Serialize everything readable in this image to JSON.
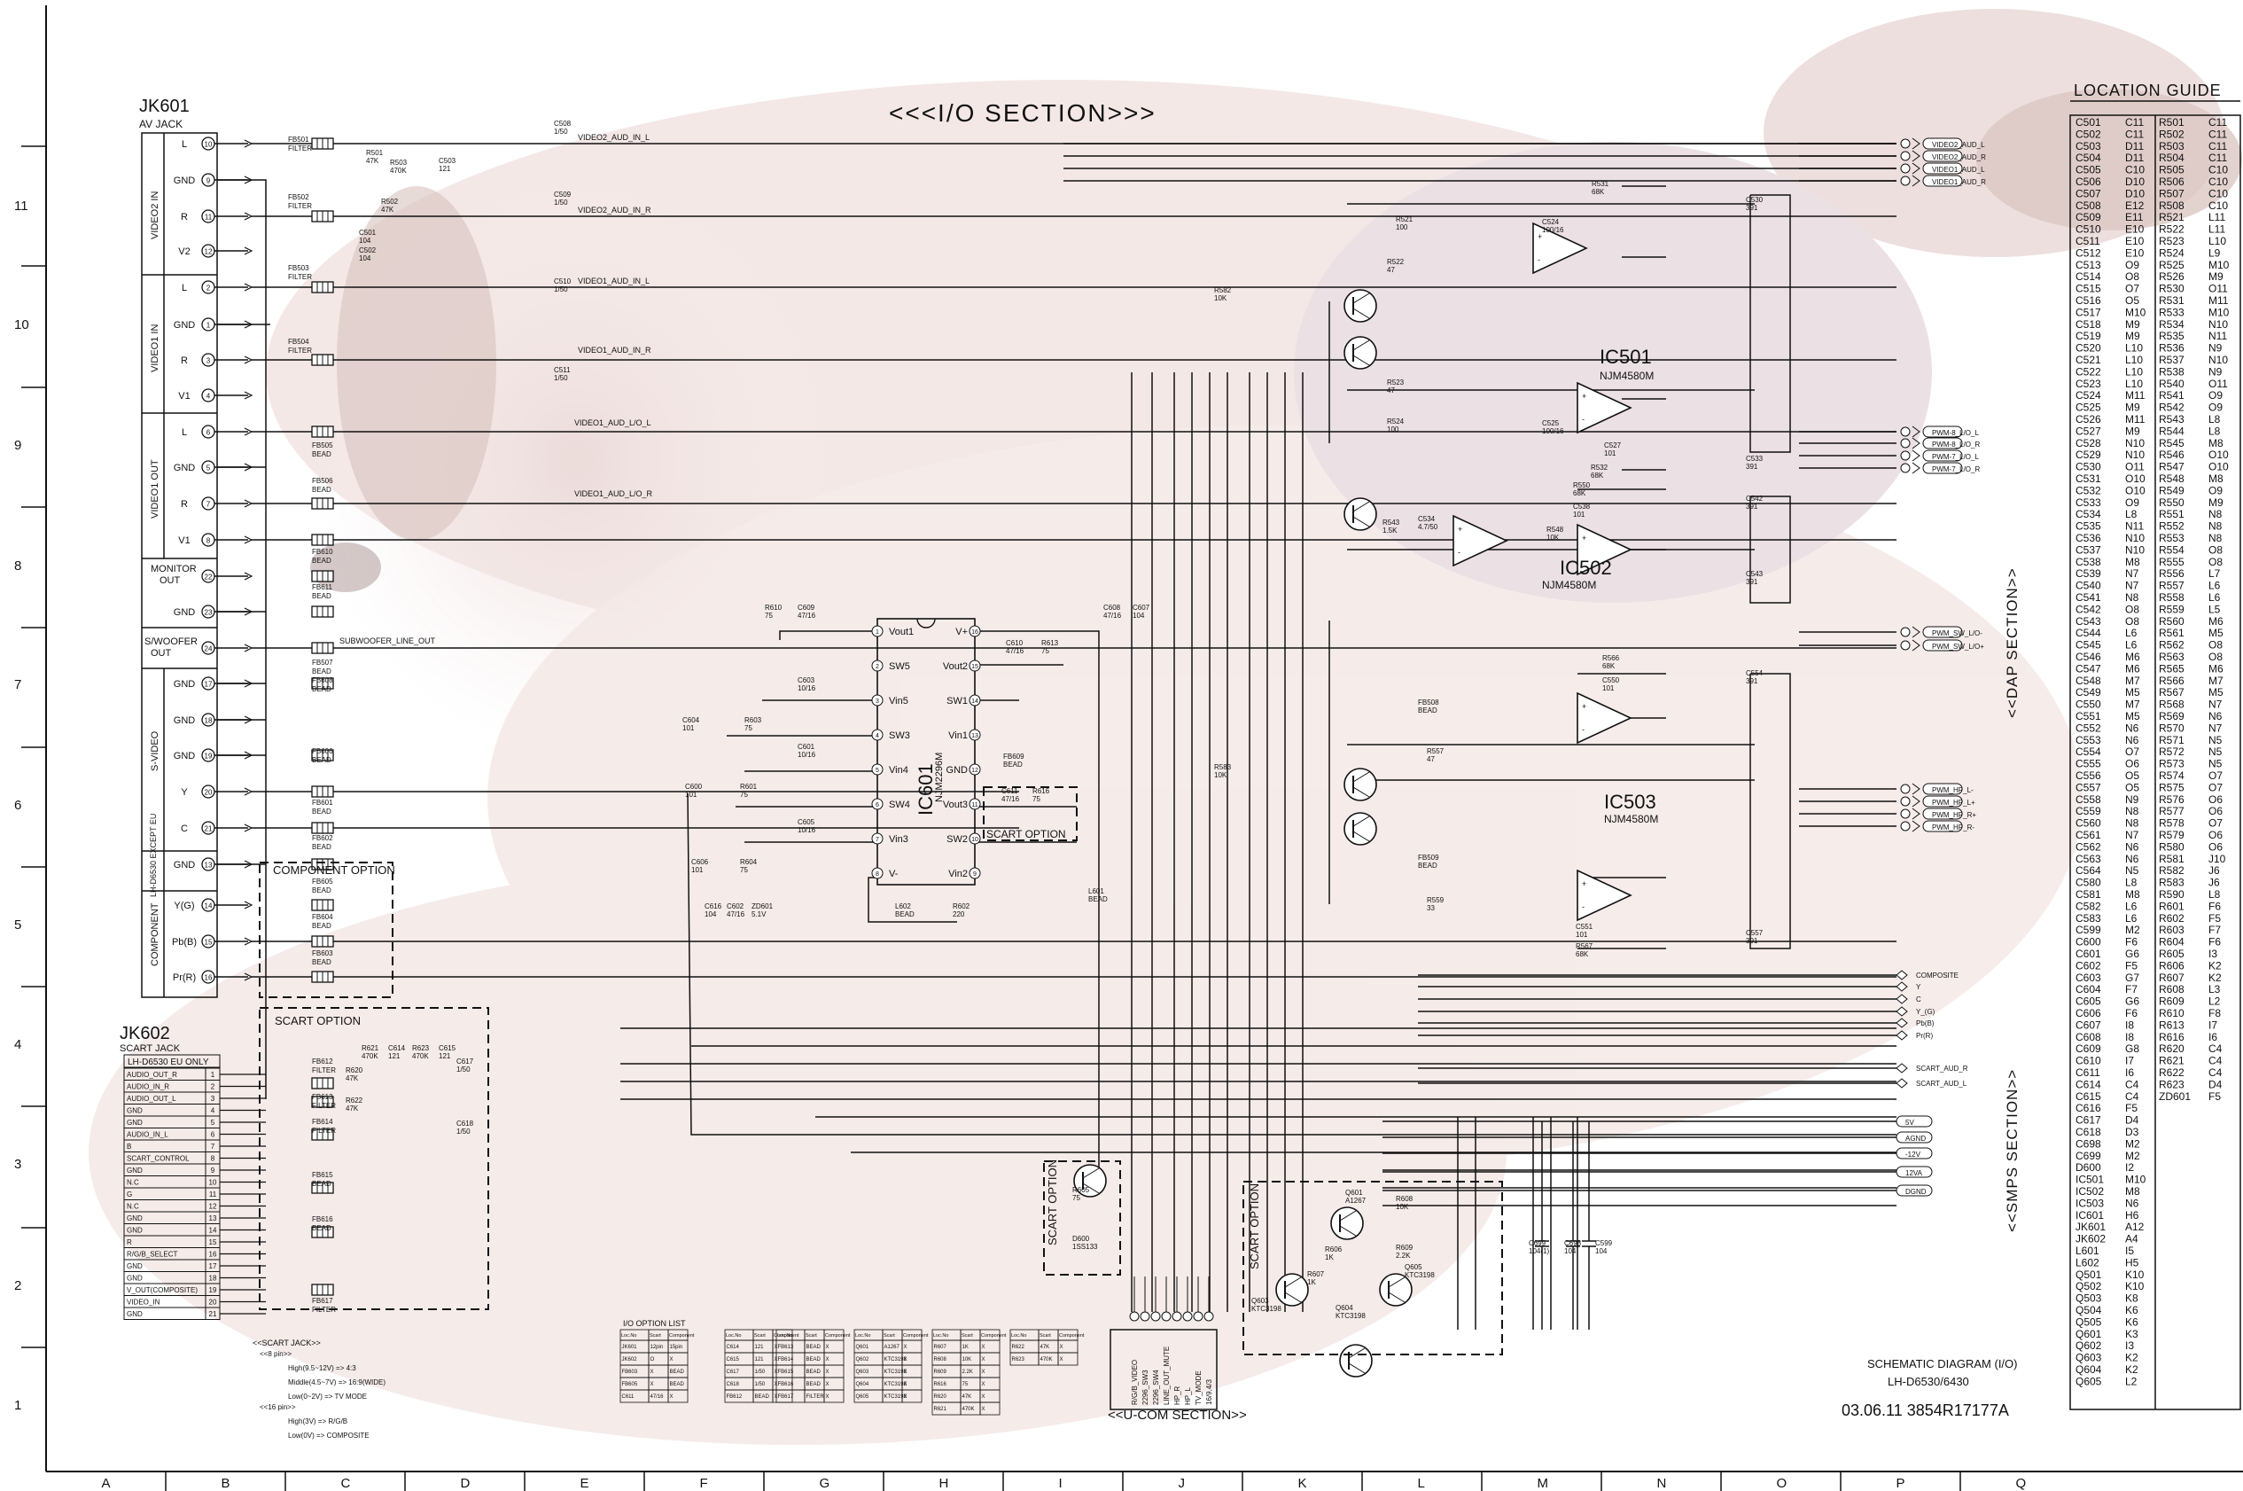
{
  "section_title": "<<<I/O SECTION>>>",
  "column_labels": [
    "A",
    "B",
    "C",
    "D",
    "E",
    "F",
    "G",
    "H",
    "I",
    "J",
    "K",
    "L",
    "M",
    "N",
    "O",
    "P",
    "Q"
  ],
  "row_labels": [
    "11",
    "10",
    "9",
    "8",
    "7",
    "6",
    "5",
    "4",
    "3",
    "2",
    "1"
  ],
  "jack1": {
    "name": "JK601",
    "subtitle": "AV JACK",
    "groups": [
      "VIDEO2 IN",
      "VIDEO1 IN",
      "VIDEO1 OUT",
      "MONITOR OUT",
      "S/WOOFER OUT",
      "S-VIDEO",
      "LH-D6530 EXCEPT EU",
      "COMPONENT"
    ],
    "pins": [
      {
        "label": "L",
        "num": "10"
      },
      {
        "label": "GND",
        "num": "9"
      },
      {
        "label": "R",
        "num": "11"
      },
      {
        "label": "V2",
        "num": "12"
      },
      {
        "label": "L",
        "num": "2"
      },
      {
        "label": "GND",
        "num": "1"
      },
      {
        "label": "R",
        "num": "3"
      },
      {
        "label": "V1",
        "num": "4"
      },
      {
        "label": "L",
        "num": "6"
      },
      {
        "label": "GND",
        "num": "5"
      },
      {
        "label": "R",
        "num": "7"
      },
      {
        "label": "V1",
        "num": "8"
      },
      {
        "label": "",
        "num": "22"
      },
      {
        "label": "GND",
        "num": "23"
      },
      {
        "label": "",
        "num": "24"
      },
      {
        "label": "GND",
        "num": "17"
      },
      {
        "label": "GND",
        "num": "18"
      },
      {
        "label": "GND",
        "num": "19"
      },
      {
        "label": "Y",
        "num": "20"
      },
      {
        "label": "C",
        "num": "21"
      },
      {
        "label": "GND",
        "num": "13"
      },
      {
        "label": "Y(G)",
        "num": "14"
      },
      {
        "label": "Pb(B)",
        "num": "15"
      },
      {
        "label": "Pr(R)",
        "num": "16"
      }
    ]
  },
  "jack2": {
    "name": "JK602",
    "subtitle": "SCART JACK",
    "note": "LH-D6530 EU ONLY",
    "pins": [
      {
        "label": "AUDIO_OUT_R",
        "num": "1"
      },
      {
        "label": "AUDIO_IN_R",
        "num": "2"
      },
      {
        "label": "AUDIO_OUT_L",
        "num": "3"
      },
      {
        "label": "GND",
        "num": "4"
      },
      {
        "label": "GND",
        "num": "5"
      },
      {
        "label": "AUDIO_IN_L",
        "num": "6"
      },
      {
        "label": "B",
        "num": "7"
      },
      {
        "label": "SCART_CONTROL",
        "num": "8"
      },
      {
        "label": "GND",
        "num": "9"
      },
      {
        "label": "N.C",
        "num": "10"
      },
      {
        "label": "G",
        "num": "11"
      },
      {
        "label": "N.C",
        "num": "12"
      },
      {
        "label": "GND",
        "num": "13"
      },
      {
        "label": "GND",
        "num": "14"
      },
      {
        "label": "R",
        "num": "15"
      },
      {
        "label": "R/G/B_SELECT",
        "num": "16"
      },
      {
        "label": "GND",
        "num": "17"
      },
      {
        "label": "GND",
        "num": "18"
      },
      {
        "label": "V_OUT(COMPOSITE)",
        "num": "19"
      },
      {
        "label": "VIDEO_IN",
        "num": "20"
      },
      {
        "label": "GND",
        "num": "21"
      }
    ]
  },
  "ic_labels": [
    {
      "name": "IC501",
      "part": "NJM4580M"
    },
    {
      "name": "IC502",
      "part": "NJM4580M"
    },
    {
      "name": "IC503",
      "part": "NJM4580M"
    },
    {
      "name": "IC601",
      "part": "NJM2296M"
    }
  ],
  "ic601_pins_left": [
    "Vout1",
    "SW5",
    "Vin5",
    "SW3",
    "Vin4",
    "SW4",
    "Vin3",
    "V-"
  ],
  "ic601_pins_right": [
    "V+",
    "Vout2",
    "SW1",
    "Vin1",
    "GND",
    "Vout3",
    "SW2",
    "Vin2"
  ],
  "net_labels": [
    "VIDEO2_AUD_IN_L",
    "VIDEO2_AUD_IN_R",
    "VIDEO1_AUD_IN_L",
    "VIDEO1_AUD_IN_R",
    "VIDEO1_AUD_L/O_L",
    "VIDEO1_AUD_L/O_R",
    "SUBWOOFER_LINE_OUT"
  ],
  "option_boxes": [
    "COMPONENT OPTION",
    "SCART OPTION",
    "SCART OPTION",
    "SCART OPTION",
    "SCART OPTION"
  ],
  "right_connectors_dap": [
    "VIDEO2_AUD_L",
    "VIDEO2_AUD_R",
    "VIDEO1_AUD_L",
    "VIDEO1_AUD_R",
    "PWM-8_L/O_L",
    "PWM-8_L/O_R",
    "PWM-7_L/O_L",
    "PWM-7_L/O_R",
    "PWM_SW_L/O-",
    "PWM_SW_L/O+",
    "PWM_HP_L-",
    "PWM_HP_L+",
    "PWM_HP_R+",
    "PWM_HP_R-"
  ],
  "right_connectors_misc": [
    "COMPOSITE",
    "Y",
    "C",
    "Y_(G)",
    "Pb(B)",
    "Pr(R)",
    "SCART_AUD_R",
    "SCART_AUD_L"
  ],
  "right_connectors_smps": [
    "5V",
    "AGND",
    "-12V",
    "12VA",
    "DGND"
  ],
  "section_side_labels": [
    "<<DAP SECTION>>",
    "<<SMPS SECTION>>"
  ],
  "ucom_label": "<<U-COM SECTION>>",
  "ucom_pins": [
    "R/G/B_VIDEO",
    "2296_SW3",
    "2296_SW4",
    "LINE_OUT_MUTE",
    "HP_R",
    "HP_L",
    "TV_MODE",
    "16/9,4/3"
  ],
  "scart_notes": {
    "title": "<<SCART JACK>>",
    "lines": [
      "<<8 pin>>",
      "High(9.5~12V) => 4:3",
      "Middle(4.5~7V) => 16:9(WIDE)",
      "Low(0~2V) => TV MODE",
      "<<16 pin>>",
      "High(3V) => R/G/B",
      "Low(0V) => COMPOSITE"
    ]
  },
  "io_option_list": {
    "title": "I/O OPTION LIST",
    "headers": [
      "Loc.No",
      "Scart",
      "Component"
    ],
    "blocks": [
      [
        [
          "JK601",
          "12pin",
          "15pin"
        ],
        [
          "JK602",
          "O",
          "X"
        ],
        [
          "FB603",
          "X",
          "BEAD"
        ],
        [
          "FB605",
          "X",
          "BEAD"
        ],
        [
          "C611",
          "47/16",
          "X"
        ]
      ],
      [
        [
          "C614",
          "121",
          "X"
        ],
        [
          "C615",
          "121",
          "X"
        ],
        [
          "C617",
          "1/50",
          "X"
        ],
        [
          "C618",
          "1/50",
          "X"
        ],
        [
          "FB612",
          "BEAD",
          "X"
        ]
      ],
      [
        [
          "FB613",
          "BEAD",
          "X"
        ],
        [
          "FB614",
          "BEAD",
          "X"
        ],
        [
          "FB615",
          "BEAD",
          "X"
        ],
        [
          "FB616",
          "BEAD",
          "X"
        ],
        [
          "FB617",
          "FILTER",
          "X"
        ]
      ],
      [
        [
          "Q601",
          "A1267",
          "X"
        ],
        [
          "Q602",
          "KTC3198",
          "X"
        ],
        [
          "Q603",
          "KTC3198",
          "X"
        ],
        [
          "Q604",
          "KTC3198",
          "X"
        ],
        [
          "Q605",
          "KTC3198",
          "X"
        ]
      ],
      [
        [
          "R607",
          "1K",
          "X"
        ],
        [
          "R608",
          "10K",
          "X"
        ],
        [
          "R609",
          "2.2K",
          "X"
        ],
        [
          "R616",
          "75",
          "X"
        ],
        [
          "R620",
          "47K",
          "X"
        ],
        [
          "R621",
          "470K",
          "X"
        ]
      ],
      [
        [
          "R622",
          "47K",
          "X"
        ],
        [
          "R623",
          "470K",
          "X"
        ]
      ]
    ]
  },
  "title_block": {
    "line1": "SCHEMATIC DIAGRAM (I/O)",
    "line2": "LH-D6530/6430",
    "line3": "03.06.11  3854R17177A"
  },
  "location_guide": {
    "title": "LOCATION GUIDE",
    "col1": [
      [
        "C501",
        "C11"
      ],
      [
        "C502",
        "C11"
      ],
      [
        "C503",
        "D11"
      ],
      [
        "C504",
        "D11"
      ],
      [
        "C505",
        "C10"
      ],
      [
        "C506",
        "D10"
      ],
      [
        "C507",
        "D10"
      ],
      [
        "C508",
        "E12"
      ],
      [
        "C509",
        "E11"
      ],
      [
        "C510",
        "E10"
      ],
      [
        "C511",
        "E10"
      ],
      [
        "C512",
        "E10"
      ],
      [
        "C513",
        "O9"
      ],
      [
        "C514",
        "O8"
      ],
      [
        "C515",
        "O7"
      ],
      [
        "C516",
        "O5"
      ],
      [
        "C517",
        "M10"
      ],
      [
        "C518",
        "M9"
      ],
      [
        "C519",
        "M9"
      ],
      [
        "C520",
        "L10"
      ],
      [
        "C521",
        "L10"
      ],
      [
        "C522",
        "L10"
      ],
      [
        "C523",
        "L10"
      ],
      [
        "C524",
        "M11"
      ],
      [
        "C525",
        "M9"
      ],
      [
        "C526",
        "M11"
      ],
      [
        "C527",
        "M9"
      ],
      [
        "C528",
        "N10"
      ],
      [
        "C529",
        "N10"
      ],
      [
        "C530",
        "O11"
      ],
      [
        "C531",
        "O10"
      ],
      [
        "C532",
        "O10"
      ],
      [
        "C533",
        "O9"
      ],
      [
        "C534",
        "L8"
      ],
      [
        "C535",
        "N11"
      ],
      [
        "C536",
        "N10"
      ],
      [
        "C537",
        "N10"
      ],
      [
        "C538",
        "M8"
      ],
      [
        "C539",
        "N7"
      ],
      [
        "C540",
        "N7"
      ],
      [
        "C541",
        "N8"
      ],
      [
        "C542",
        "O8"
      ],
      [
        "C543",
        "O8"
      ],
      [
        "C544",
        "L6"
      ],
      [
        "C545",
        "L6"
      ],
      [
        "C546",
        "M6"
      ],
      [
        "C547",
        "M6"
      ],
      [
        "C548",
        "M7"
      ],
      [
        "C549",
        "M5"
      ],
      [
        "C550",
        "M7"
      ],
      [
        "C551",
        "M5"
      ],
      [
        "C552",
        "N6"
      ],
      [
        "C553",
        "N6"
      ],
      [
        "C554",
        "O7"
      ],
      [
        "C555",
        "O6"
      ],
      [
        "C556",
        "O5"
      ],
      [
        "C557",
        "O5"
      ],
      [
        "C558",
        "N9"
      ],
      [
        "C559",
        "N8"
      ],
      [
        "C560",
        "N8"
      ],
      [
        "C561",
        "N7"
      ],
      [
        "C562",
        "N6"
      ],
      [
        "C563",
        "N6"
      ],
      [
        "C564",
        "N5"
      ],
      [
        "C580",
        "L8"
      ],
      [
        "C581",
        "M8"
      ],
      [
        "C582",
        "L6"
      ],
      [
        "C583",
        "L6"
      ],
      [
        "C599",
        "M2"
      ],
      [
        "C600",
        "F6"
      ],
      [
        "C601",
        "G6"
      ],
      [
        "C602",
        "F5"
      ],
      [
        "C603",
        "G7"
      ],
      [
        "C604",
        "F7"
      ],
      [
        "C605",
        "G6"
      ],
      [
        "C606",
        "F6"
      ],
      [
        "C607",
        "I8"
      ],
      [
        "C608",
        "I8"
      ],
      [
        "C609",
        "G8"
      ],
      [
        "C610",
        "I7"
      ],
      [
        "C611",
        "I6"
      ],
      [
        "C614",
        "C4"
      ],
      [
        "C615",
        "C4"
      ],
      [
        "C616",
        "F5"
      ],
      [
        "C617",
        "D4"
      ],
      [
        "C618",
        "D3"
      ],
      [
        "C698",
        "M2"
      ],
      [
        "C699",
        "M2"
      ],
      [
        "D600",
        "I2"
      ],
      [
        "IC501",
        "M10"
      ],
      [
        "IC502",
        "M8"
      ],
      [
        "IC503",
        "N6"
      ],
      [
        "IC601",
        "H6"
      ],
      [
        "JK601",
        "A12"
      ],
      [
        "JK602",
        "A4"
      ],
      [
        "L601",
        "I5"
      ],
      [
        "L602",
        "H5"
      ],
      [
        "Q501",
        "K10"
      ],
      [
        "Q502",
        "K10"
      ],
      [
        "Q503",
        "K8"
      ],
      [
        "Q504",
        "K6"
      ],
      [
        "Q505",
        "K6"
      ],
      [
        "Q601",
        "K3"
      ],
      [
        "Q602",
        "I3"
      ],
      [
        "Q603",
        "K2"
      ],
      [
        "Q604",
        "K2"
      ],
      [
        "Q605",
        "L2"
      ]
    ],
    "col2": [
      [
        "R501",
        "C11"
      ],
      [
        "R502",
        "C11"
      ],
      [
        "R503",
        "C11"
      ],
      [
        "R504",
        "C11"
      ],
      [
        "R505",
        "C10"
      ],
      [
        "R506",
        "C10"
      ],
      [
        "R507",
        "C10"
      ],
      [
        "R508",
        "C10"
      ],
      [
        "R521",
        "L11"
      ],
      [
        "R522",
        "L11"
      ],
      [
        "R523",
        "L10"
      ],
      [
        "R524",
        "L9"
      ],
      [
        "R525",
        "M10"
      ],
      [
        "R526",
        "M9"
      ],
      [
        "R530",
        "O11"
      ],
      [
        "R531",
        "M11"
      ],
      [
        "R533",
        "M10"
      ],
      [
        "R534",
        "N10"
      ],
      [
        "R535",
        "N11"
      ],
      [
        "R536",
        "N9"
      ],
      [
        "R537",
        "N10"
      ],
      [
        "R538",
        "N9"
      ],
      [
        "R540",
        "O11"
      ],
      [
        "R541",
        "O9"
      ],
      [
        "R542",
        "O9"
      ],
      [
        "R543",
        "L8"
      ],
      [
        "R544",
        "L8"
      ],
      [
        "R545",
        "M8"
      ],
      [
        "R546",
        "O10"
      ],
      [
        "R547",
        "O10"
      ],
      [
        "R548",
        "M8"
      ],
      [
        "R549",
        "O9"
      ],
      [
        "R550",
        "M9"
      ],
      [
        "R551",
        "N8"
      ],
      [
        "R552",
        "N8"
      ],
      [
        "R553",
        "N8"
      ],
      [
        "R554",
        "O8"
      ],
      [
        "R555",
        "O8"
      ],
      [
        "R556",
        "L7"
      ],
      [
        "R557",
        "L6"
      ],
      [
        "R558",
        "L6"
      ],
      [
        "R559",
        "L5"
      ],
      [
        "R560",
        "M6"
      ],
      [
        "R561",
        "M5"
      ],
      [
        "R562",
        "O8"
      ],
      [
        "R563",
        "O8"
      ],
      [
        "R565",
        "M6"
      ],
      [
        "R566",
        "M7"
      ],
      [
        "R567",
        "M5"
      ],
      [
        "R568",
        "N7"
      ],
      [
        "R569",
        "N6"
      ],
      [
        "R570",
        "N7"
      ],
      [
        "R571",
        "N5"
      ],
      [
        "R572",
        "N5"
      ],
      [
        "R573",
        "N5"
      ],
      [
        "R574",
        "O7"
      ],
      [
        "R575",
        "O7"
      ],
      [
        "R576",
        "O6"
      ],
      [
        "R577",
        "O6"
      ],
      [
        "R578",
        "O7"
      ],
      [
        "R579",
        "O6"
      ],
      [
        "R580",
        "O6"
      ],
      [
        "R581",
        "J10"
      ],
      [
        "R582",
        "J6"
      ],
      [
        "R583",
        "J6"
      ],
      [
        "R590",
        "L8"
      ],
      [
        "R601",
        "F6"
      ],
      [
        "R602",
        "F5"
      ],
      [
        "R603",
        "F7"
      ],
      [
        "R604",
        "F6"
      ],
      [
        "R605",
        "I3"
      ],
      [
        "R606",
        "K2"
      ],
      [
        "R607",
        "K2"
      ],
      [
        "R608",
        "L3"
      ],
      [
        "R609",
        "L2"
      ],
      [
        "R610",
        "F8"
      ],
      [
        "R613",
        "I7"
      ],
      [
        "R616",
        "I6"
      ],
      [
        "R620",
        "C4"
      ],
      [
        "R621",
        "C4"
      ],
      [
        "R622",
        "C4"
      ],
      [
        "R623",
        "D4"
      ],
      [
        "ZD601",
        "F5"
      ]
    ]
  }
}
